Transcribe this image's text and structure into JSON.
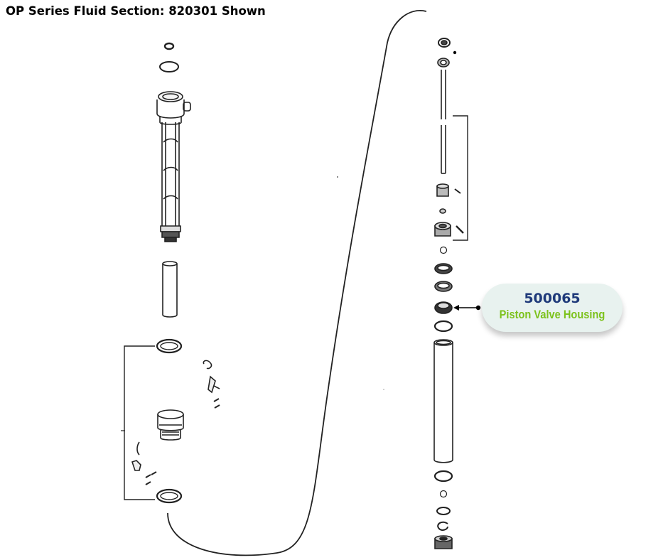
{
  "title": "OP Series Fluid Section: 820301 Shown",
  "callout": {
    "part_number": "500065",
    "part_name": "Piston Valve Housing",
    "number_color": "#1f3a7a",
    "name_color": "#7cc21b",
    "background_color": "#e8f2ef"
  },
  "icons": [
    "exploded-parts-diagram",
    "leader-arrow-icon"
  ]
}
